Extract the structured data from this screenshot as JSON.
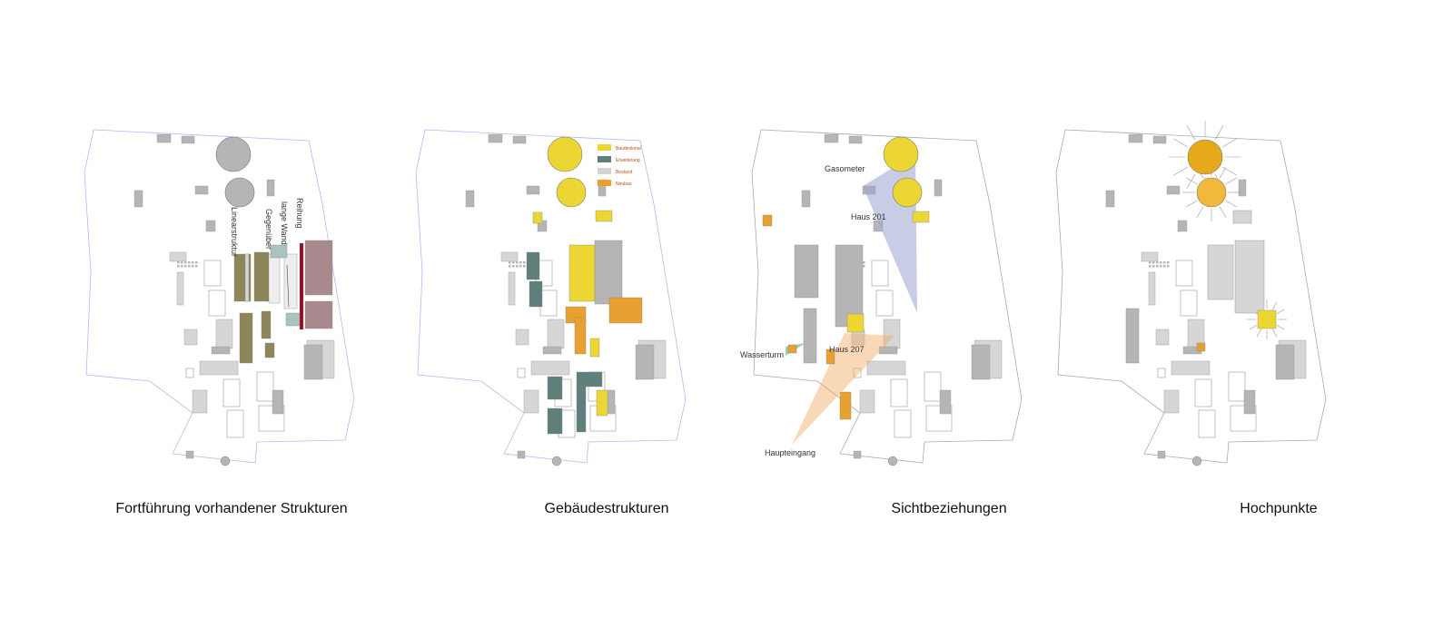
{
  "panels": [
    {
      "caption": "Fortführung vorhandener Strukturen",
      "labels": [
        "Linearstruktur",
        "Gegenüber",
        "lange Wand",
        "Reihung"
      ]
    },
    {
      "caption": "Gebäudestrukturen",
      "legend": [
        {
          "label": "Baudenkmal",
          "color": "#ecd634"
        },
        {
          "label": "Erweiterung",
          "color": "#5f7f7b"
        },
        {
          "label": "Bestand",
          "color": "#d4d4d4"
        },
        {
          "label": "Neubau",
          "color": "#e8a030"
        }
      ]
    },
    {
      "caption": "Sichtbeziehungen",
      "labels": [
        "Gasometer",
        "Haus 201",
        "Haus 207",
        "Wasserturm",
        "Haupteingang"
      ]
    },
    {
      "caption": "Hochpunkte"
    }
  ],
  "colors": {
    "outline_p1": "#b8b8f0",
    "outline": "#aaaaaa",
    "gray": "#b5b5b5",
    "light": "#d6d6d6",
    "olive": "#8c8658",
    "maroon": "#a88a8e",
    "red": "#8a0f1f",
    "yellow": "#ecd634",
    "orange": "#e8a030",
    "teal": "#5f7f7b",
    "darkorange": "#e6a919"
  }
}
